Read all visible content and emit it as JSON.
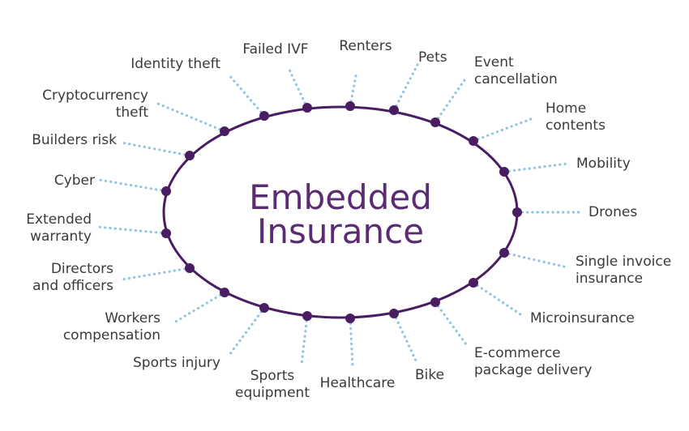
{
  "diagram": {
    "title_line1": "Embedded",
    "title_line2": "Insurance",
    "colors": {
      "ring": "#4a1d63",
      "dots": "#4a1d63",
      "leaders": "#8ec5df",
      "title": "#5b2c73",
      "text": "#3a3a3a"
    },
    "categories": [
      {
        "lines": [
          "Renters"
        ]
      },
      {
        "lines": [
          "Pets"
        ]
      },
      {
        "lines": [
          "Event",
          "cancellation"
        ]
      },
      {
        "lines": [
          "Home",
          "contents"
        ]
      },
      {
        "lines": [
          "Mobility"
        ]
      },
      {
        "lines": [
          "Drones"
        ]
      },
      {
        "lines": [
          "Single invoice",
          "insurance"
        ]
      },
      {
        "lines": [
          "Microinsurance"
        ]
      },
      {
        "lines": [
          "E-commerce",
          "package delivery"
        ]
      },
      {
        "lines": [
          "Bike"
        ]
      },
      {
        "lines": [
          "Healthcare"
        ]
      },
      {
        "lines": [
          "Sports",
          "equipment"
        ]
      },
      {
        "lines": [
          "Sports injury"
        ]
      },
      {
        "lines": [
          "Workers",
          "compensation"
        ]
      },
      {
        "lines": [
          "Directors",
          "and officers"
        ]
      },
      {
        "lines": [
          "Extended",
          "warranty"
        ]
      },
      {
        "lines": [
          "Cyber"
        ]
      },
      {
        "lines": [
          "Builders risk"
        ]
      },
      {
        "lines": [
          "Cryptocurrency",
          "theft"
        ]
      },
      {
        "lines": [
          "Identity theft"
        ]
      },
      {
        "lines": [
          "Failed IVF"
        ]
      }
    ]
  }
}
